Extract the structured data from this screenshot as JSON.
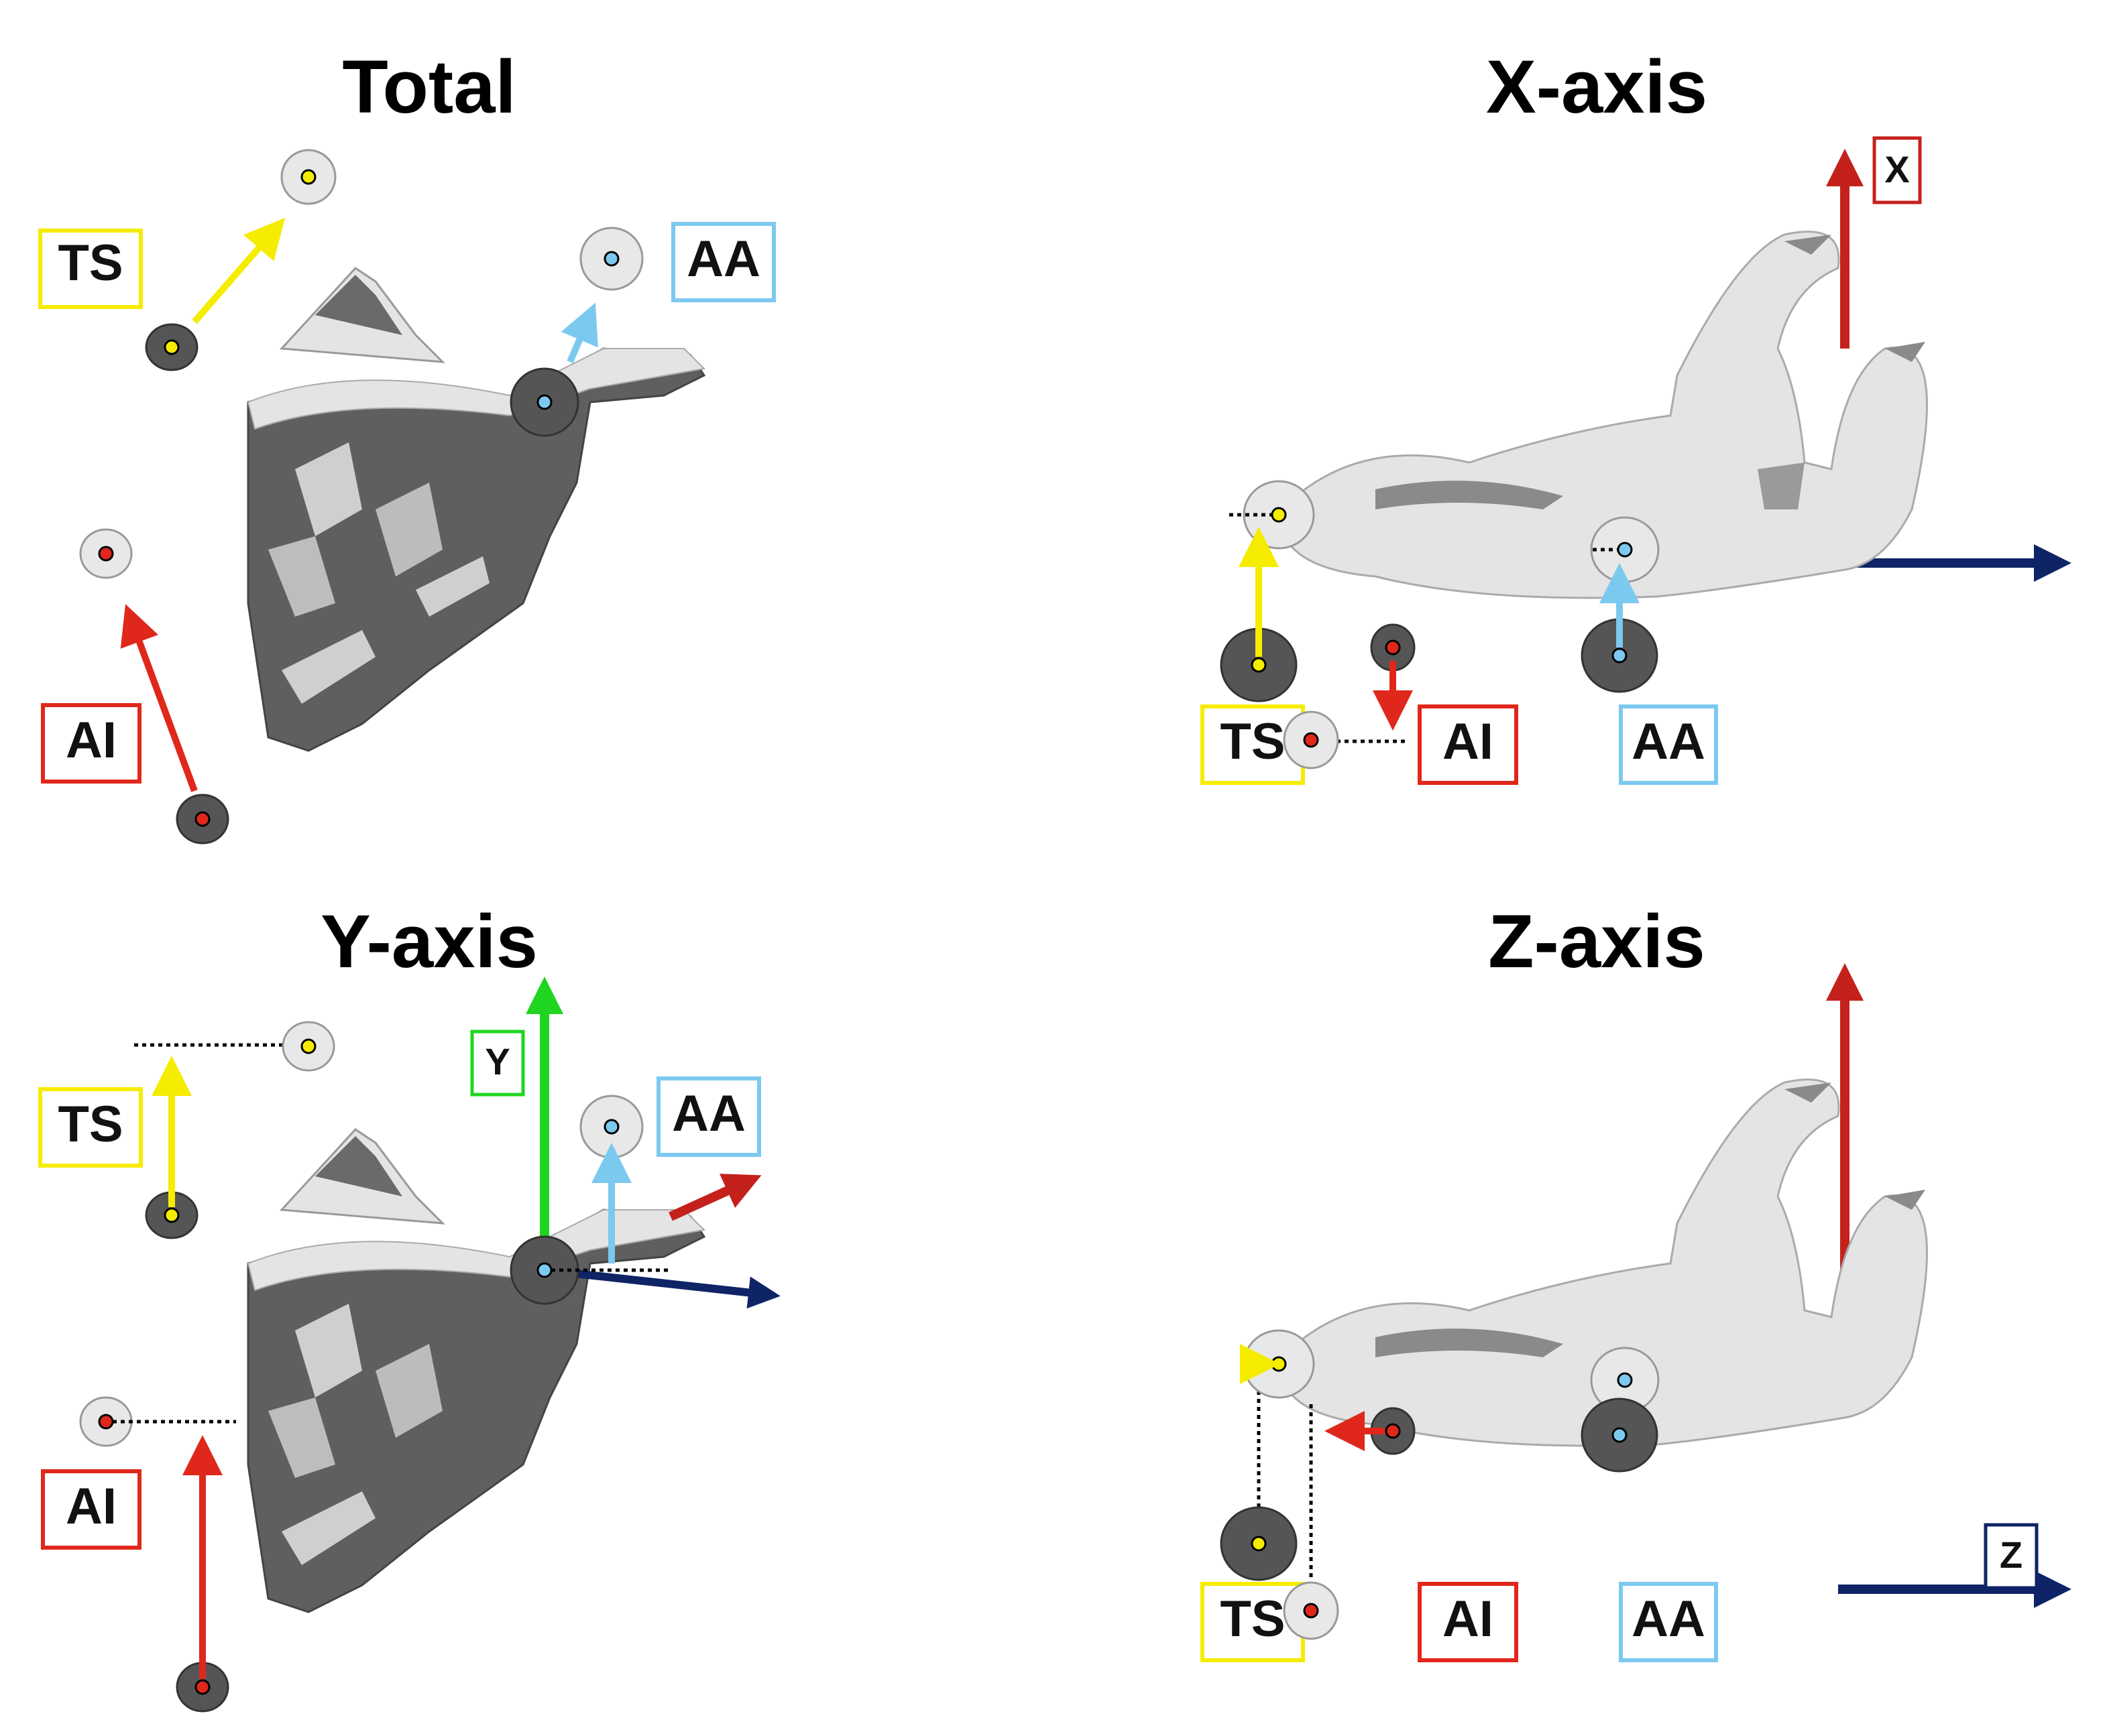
{
  "panels": {
    "total": {
      "title": "Total"
    },
    "x": {
      "title": "X-axis",
      "axis_label": "X"
    },
    "y": {
      "title": "Y-axis",
      "axis_label": "Y"
    },
    "z": {
      "title": "Z-axis",
      "axis_label": "Z"
    }
  },
  "landmarks": {
    "ts": "TS",
    "aa": "AA",
    "ai": "AI"
  },
  "colors": {
    "ts": "#f5ec00",
    "aa": "#7cc9f0",
    "ai": "#e0271b",
    "x_axis": "#c4211c",
    "y_axis": "#1fd51f",
    "z_axis": "#0f2466",
    "bone_light": "#e4e4e4",
    "bone_dark": "#5f5f5f"
  }
}
